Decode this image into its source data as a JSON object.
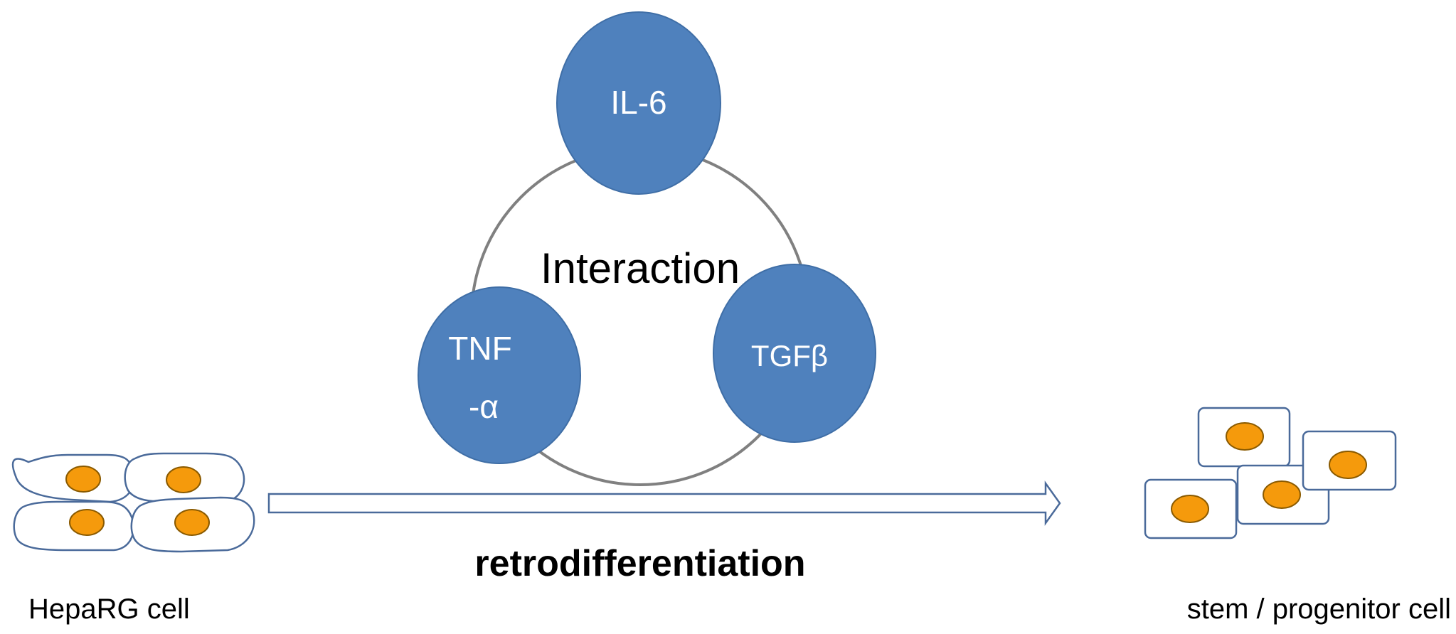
{
  "cytokines": {
    "il6": "IL-6",
    "tnf_line1": "TNF",
    "tnf_line2": "-α",
    "tgfb": "TGFβ"
  },
  "center_label": "Interaction",
  "process_label": "retrodifferentiation",
  "left_caption": "HepaRG cell",
  "right_caption": "stem / progenitor cell",
  "colors": {
    "cytokine_fill": "#4f81bd",
    "cytokine_stroke": "#3f6ea6",
    "nucleus_fill": "#f59a0c",
    "nucleus_stroke": "#8a5a00",
    "cell_stroke": "#4a6a9a",
    "ring_stroke": "#808080",
    "text": "#000000"
  }
}
